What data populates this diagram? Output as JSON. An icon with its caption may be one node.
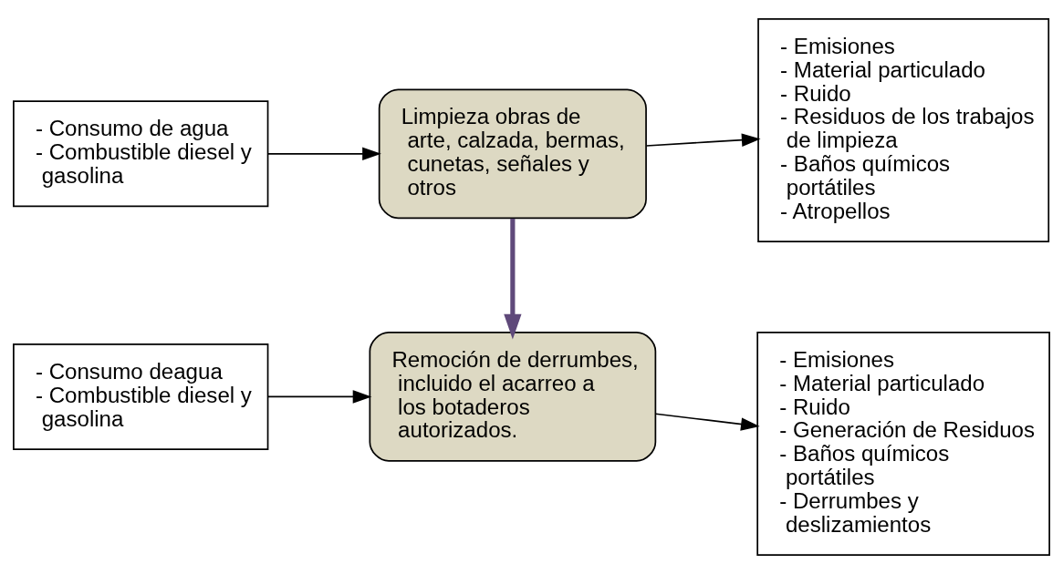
{
  "diagram": {
    "nodes": [
      {
        "text": [
          "- Consumo de agua",
          "- Combustible diesel y gasolina"
        ]
      },
      {
        "text": [
          "Limpieza obras de arte, calzada, bermas, cunetas, señales y otros"
        ]
      },
      {
        "text": [
          "- Emisiones",
          "- Material particulado",
          "- Ruido",
          "- Residuos de los trabajos de limpieza",
          "- Baños químicos portátiles",
          "- Atropellos"
        ]
      },
      {
        "text": [
          "- Consumo deagua",
          "- Combustible diesel y gasolina"
        ]
      },
      {
        "text": [
          "Remoción de derrumbes, incluido el acarreo a los botaderos autorizados."
        ]
      },
      {
        "text": [
          "- Emisiones",
          "- Material particulado",
          "- Ruido",
          "- Generación de Residuos",
          "- Baños químicos portátiles",
          "- Derrumbes y deslizamientos"
        ]
      }
    ],
    "edges": [
      {
        "from": 0,
        "to": 1,
        "arrow": "to"
      },
      {
        "from": 1,
        "to": 2,
        "arrow": "to"
      },
      {
        "from": 1,
        "to": 4,
        "arrow": "to",
        "style": "thick",
        "color": "#5f497a"
      },
      {
        "from": 3,
        "to": 4,
        "arrow": "to"
      },
      {
        "from": 4,
        "to": 5,
        "arrow": "to"
      }
    ]
  }
}
